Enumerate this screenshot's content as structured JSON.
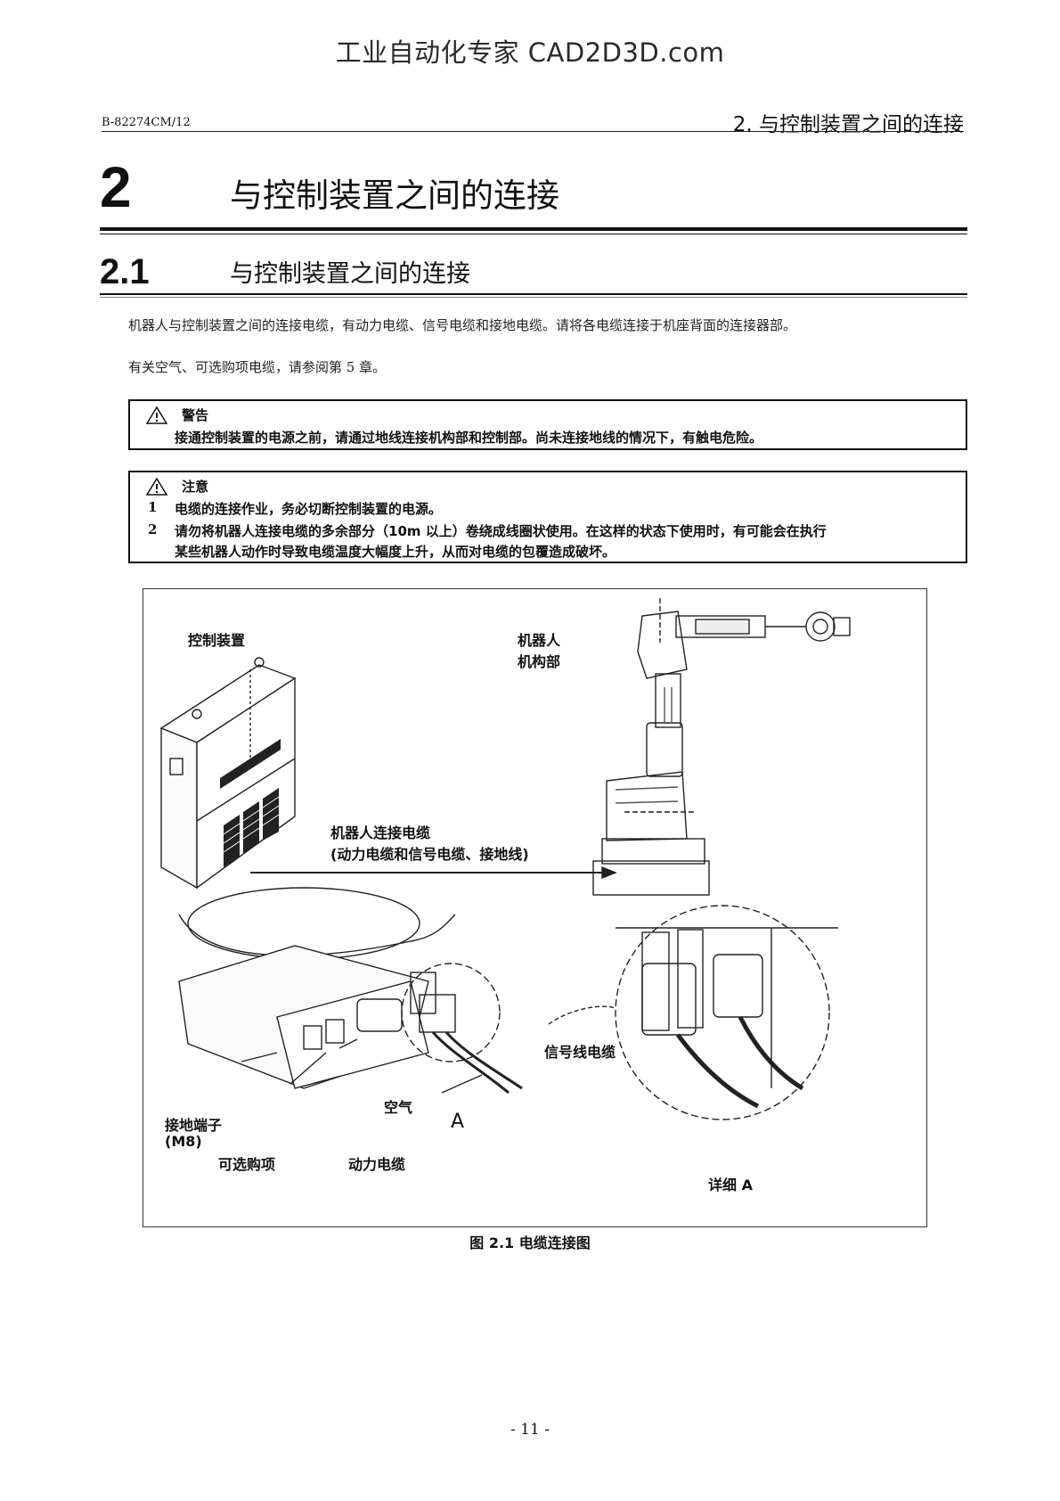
{
  "watermark": "工业自动化专家 CAD2D3D.com",
  "header": {
    "doc_id": "B-82274CM/12",
    "running_title": "2. 与控制装置之间的连接"
  },
  "chapter": {
    "number": "2",
    "title": "与控制装置之间的连接"
  },
  "section": {
    "number": "2.1",
    "title": "与控制装置之间的连接"
  },
  "paragraphs": [
    "机器人与控制装置之间的连接电缆，有动力电缆、信号电缆和接地电缆。请将各电缆连接于机座背面的连接器部。",
    "有关空气、可选购项电缆，请参阅第 5 章。"
  ],
  "warning": {
    "title": "警告",
    "text": "接通控制装置的电源之前，请通过地线连接机构部和控制部。尚未连接地线的情况下，有触电危险。"
  },
  "caution": {
    "title": "注意",
    "items": [
      {
        "num": "1",
        "lines": [
          "电缆的连接作业，务必切断控制装置的电源。"
        ]
      },
      {
        "num": "2",
        "lines": [
          "请勿将机器人连接电缆的多余部分（10m 以上）卷绕成线圈状使用。在这样的状态下使用时，有可能会在执行",
          "某些机器人动作时导致电缆温度大幅度上升，从而对电缆的包覆造成破坏。"
        ]
      }
    ]
  },
  "figure": {
    "labels": {
      "controller": "控制装置",
      "robot_line1": "机器人",
      "robot_line2": "机构部",
      "cable_line1": "机器人连接电缆",
      "cable_line2": "(动力电缆和信号电缆、接地线)",
      "signal_cable": "信号线电缆",
      "ground_line1": "接地端子",
      "ground_line2": "(M8)",
      "air": "空气",
      "letter_a": "A",
      "option": "可选购项",
      "power_cable": "动力电缆",
      "detail": "详细 A"
    },
    "caption": "图 2.1  电缆连接图"
  },
  "page_number": "- 11 -"
}
